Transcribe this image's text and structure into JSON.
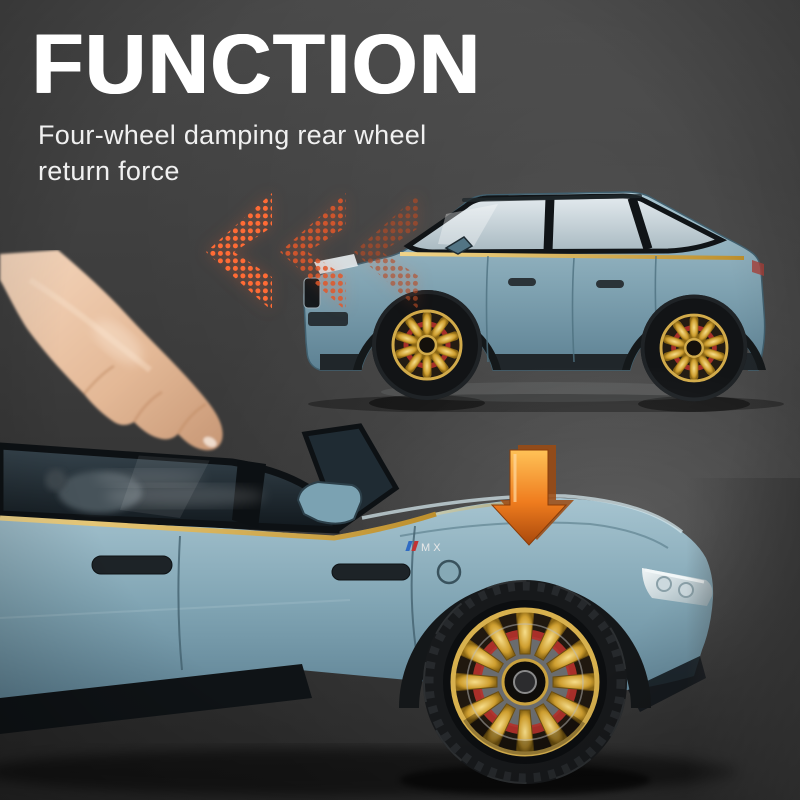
{
  "header": {
    "title": "FUNCTION",
    "subtitle_line1": "Four-wheel damping rear wheel",
    "subtitle_line2": "return force"
  },
  "badge": {
    "text": "M X"
  },
  "arrows": {
    "direction": "left",
    "count": 3
  },
  "down_arrow": {
    "direction": "down"
  },
  "colors": {
    "background_top": "#474747",
    "background_bottom": "#272727",
    "title_text": "#ffffff",
    "subtitle_text": "#f0f0f0",
    "car_body": "#8fb1bf",
    "car_body_dark": "#5d8193",
    "accent_gold": "#d2ab4a",
    "wheel_gold": "#d8b254",
    "brake_red": "#b5322b",
    "arrow_glow": "#ff6b35",
    "down_arrow_orange": "#ed7a1d",
    "hand_skin": "#ebc7a9"
  }
}
